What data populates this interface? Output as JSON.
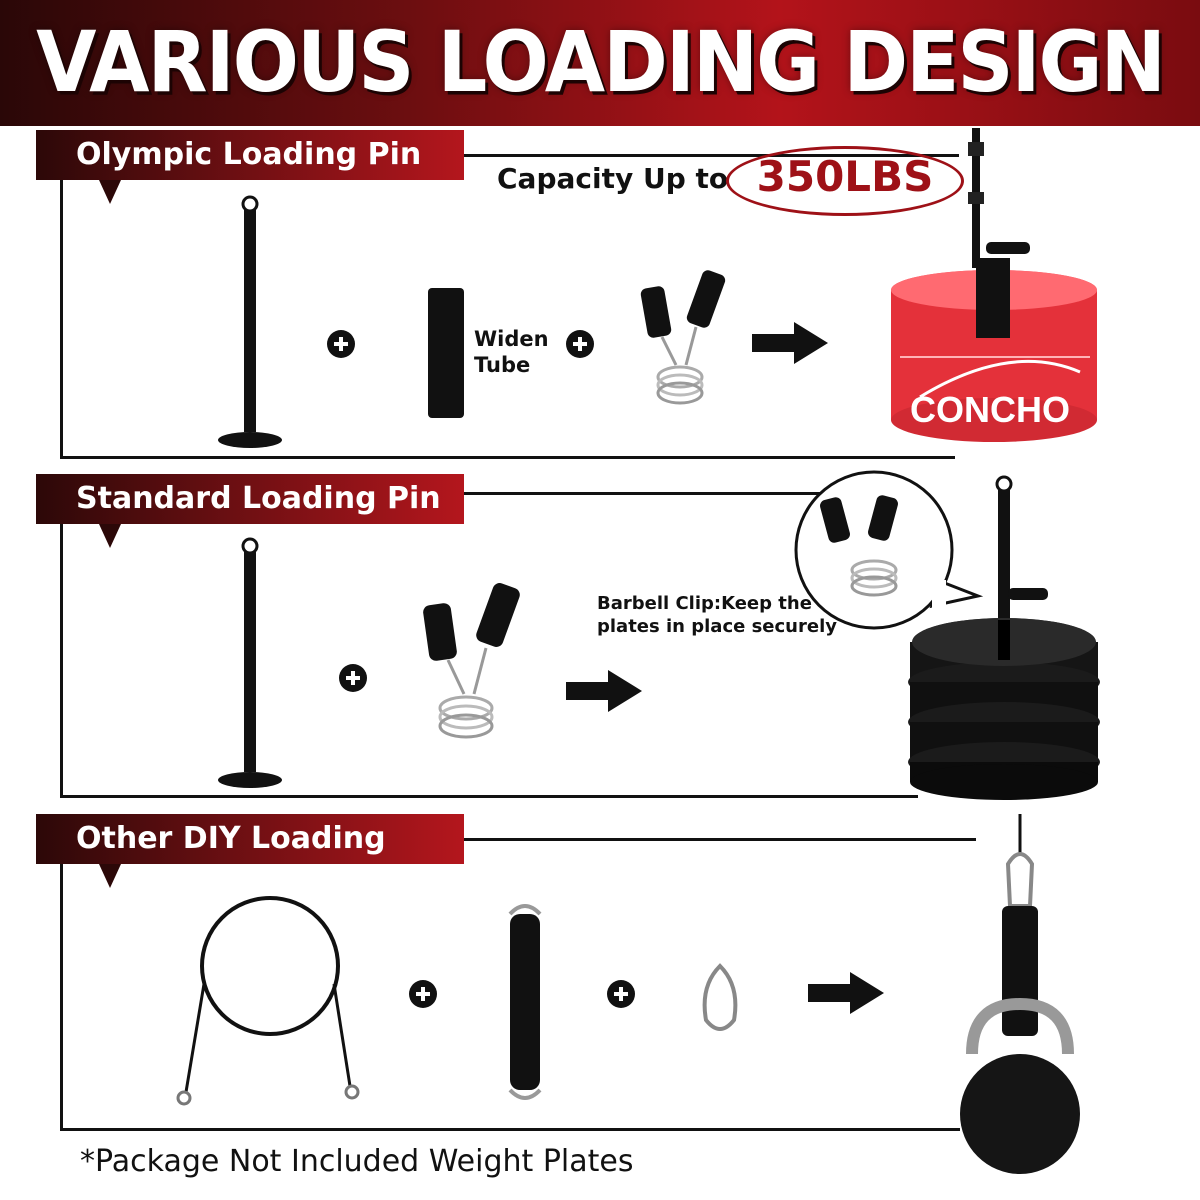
{
  "banner": {
    "title": "VARIOUS LOADING DESIGN"
  },
  "sections": [
    {
      "title": "Olympic Loading Pin",
      "capacity_label": "Capacity Up to",
      "capacity_value": "350LBS",
      "part_label": "Widen Tube",
      "brand": "CONCHO"
    },
    {
      "title": "Standard Loading Pin",
      "clip_note": "Barbell Clip:Keep the plates in place securely"
    },
    {
      "title": "Other DIY Loading Styles"
    }
  ],
  "footnote": "*Package Not Included Weight Plates",
  "colors": {
    "accent": "#b3131a",
    "dark_red": "#6e0e10",
    "text": "#111111"
  }
}
